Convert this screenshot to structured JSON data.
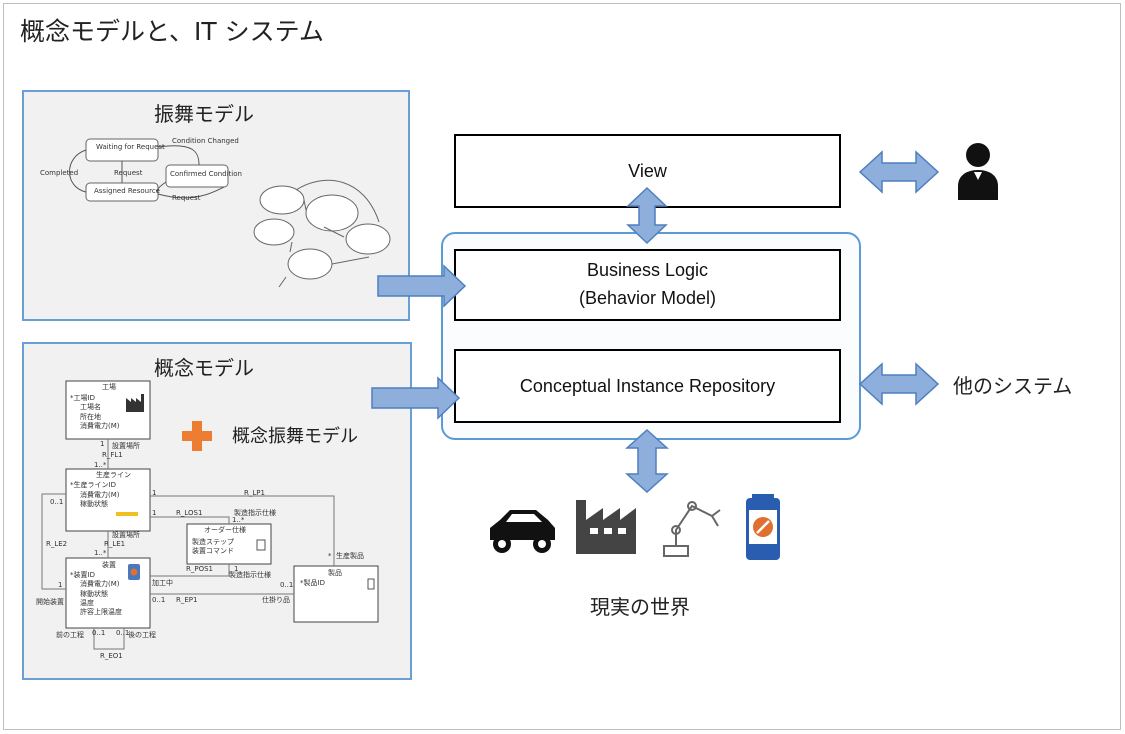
{
  "title": "概念モデルと、IT システム",
  "behavior_panel": {
    "title": "振舞モデル",
    "state_diagram": {
      "waiting": "Waiting for Request",
      "condition_changed": "Condition Changed",
      "confirmed": "Confirmed Condition",
      "request": "Request",
      "completed": "Completed",
      "assigned": "Assigned Resource",
      "request2": "Request"
    }
  },
  "concept_panel": {
    "title": "概念モデル",
    "plus_label": "概念振舞モデル",
    "classes": {
      "factory": {
        "name": "工場",
        "attrs": [
          "*工場ID",
          "工場名",
          "所在地",
          "消費電力(M)"
        ]
      },
      "line": {
        "name": "生産ライン",
        "attrs": [
          "*生産ラインID",
          "消費電力(M)",
          "稼動状態"
        ]
      },
      "order": {
        "name": "オーダー仕様",
        "attrs": [
          "製造ステップ",
          "装置コマンド"
        ]
      },
      "device": {
        "name": "装置",
        "attrs": [
          "*装置ID",
          "消費電力(M)",
          "稼動状態",
          "温度",
          "許容上限温度"
        ]
      },
      "product": {
        "name": "製品",
        "attrs": [
          "*製品ID"
        ]
      }
    },
    "relations": {
      "r_fl1": "R_FL1",
      "setplace1": "設置場所",
      "r_lp1": "R_LP1",
      "r_los1": "R_LOS1",
      "mfg_spec": "製造指示仕様",
      "setplace2": "設置場所",
      "r_le1": "R_LE1",
      "r_le2": "R_LE2",
      "produced": "生産製品",
      "r_pos1": "R_POS1",
      "mfg_spec2": "製造指示仕様",
      "processing": "加工中",
      "r_ep1": "R_EP1",
      "finished": "仕掛り品",
      "start_device": "開始装置",
      "prev_step": "前の工程",
      "next_step": "後の工程",
      "r_eo1": "R_EO1",
      "one": "1",
      "many": "1..*",
      "zero_one": "0..1",
      "star": "*"
    }
  },
  "system": {
    "view": "View",
    "business_logic_line1": "Business Logic",
    "business_logic_line2": "(Behavior Model)",
    "repository": "Conceptual Instance Repository"
  },
  "other_systems": "他のシステム",
  "real_world": "現実の世界",
  "icons": [
    "person-icon",
    "car-icon",
    "factory-icon",
    "robot-arm-icon",
    "battery-icon"
  ],
  "colors": {
    "panel_border": "#6a9ed6",
    "arrow_fill": "#8eaedb",
    "arrow_stroke": "#4f7fbf",
    "plus": "#ed7d31"
  }
}
